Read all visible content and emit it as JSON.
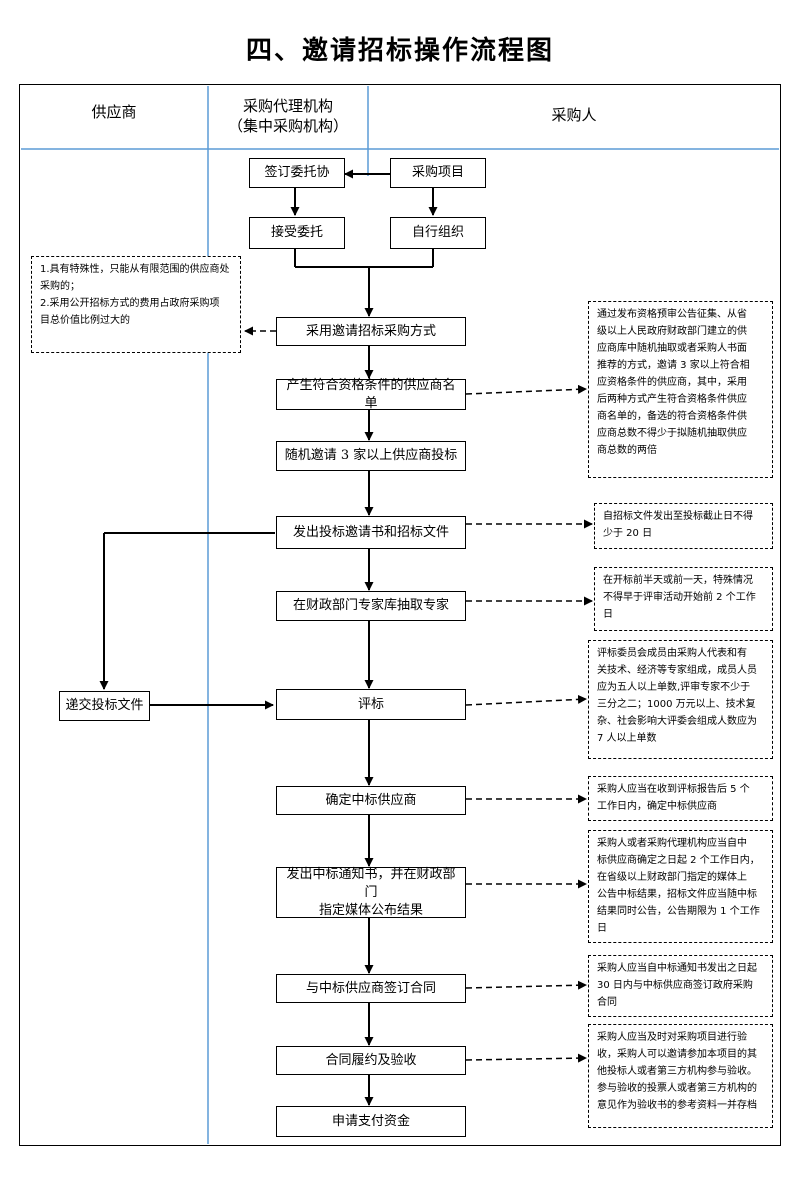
{
  "title": "四、邀请招标操作流程图",
  "lanes": {
    "supplier": "供应商",
    "agency_line1": "采购代理机构",
    "agency_line2": "（集中采购机构）",
    "purchaser": "采购人"
  },
  "boxes": {
    "sign_entrust": "签订委托协",
    "purchase_project": "采购项目",
    "accept_entrust": "接受委托",
    "self_organize": "自行组织",
    "adopt_method": "采用邀请招标采购方式",
    "generate_list": "产生符合资格条件的供应商名单",
    "random_invite": "随机邀请 3 家以上供应商投标",
    "issue_invitation": "发出投标邀请书和招标文件",
    "extract_experts": "在财政部门专家库抽取专家",
    "submit_bid": "递交投标文件",
    "evaluate": "评标",
    "confirm_winner": "确定中标供应商",
    "notice_line1": "发出中标通知书，并在财政部门",
    "notice_line2": "指定媒体公布结果",
    "sign_contract": "与中标供应商签订合同",
    "perform_accept": "合同履约及验收",
    "apply_payment": "申请支付资金"
  },
  "notes": {
    "conditions": [
      "1.具有特殊性，只能从有限范围的供应商处",
      "采购的；",
      "2.采用公开招标方式的费用占政府采购项",
      "目总价值比例过大的"
    ],
    "list_source": [
      "通过发布资格预审公告征集、从省",
      "级以上人民政府财政部门建立的供",
      "应商库中随机抽取或者采购人书面",
      "推荐的方式，邀请 3 家以上符合相",
      "应资格条件的供应商，其中，采用",
      "后两种方式产生符合资格条件供应",
      "商名单的，备选的符合资格条件供",
      "应商总数不得少于拟随机抽取供应",
      "商总数的两倍"
    ],
    "bid_period": [
      "自招标文件发出至投标截止日不得",
      "少于 20 日"
    ],
    "expert_time": [
      "在开标前半天或前一天，特殊情况",
      "不得早于评审活动开始前 2 个工作",
      "日"
    ],
    "committee": [
      "评标委员会成员由采购人代表和有",
      "关技术、经济等专家组成，成员人员",
      "应为五人以上单数,评审专家不少于",
      "三分之二；1000 万元以上、技术复",
      "杂、社会影响大评委会组成人数应为",
      "7 人以上单数"
    ],
    "confirm_days": [
      "采购人应当在收到评标报告后 5 个",
      "工作日内，确定中标供应商"
    ],
    "announce": [
      "采购人或者采购代理机构应当自中",
      "标供应商确定之日起 2 个工作日内，",
      "在省级以上财政部门指定的媒体上",
      "公告中标结果，招标文件应当随中标",
      "结果同时公告，公告期限为 1 个工作",
      "日"
    ],
    "contract_days": [
      "采购人应当自中标通知书发出之日起",
      "30 日内与中标供应商签订政府采购",
      "合同"
    ],
    "acceptance": [
      "采购人应当及时对采购项目进行验",
      "收，采购人可以邀请参加本项目的其",
      "他投标人或者第三方机构参与验收。",
      "参与验收的投票人或者第三方机构的",
      "意见作为验收书的参考资料一并存档"
    ]
  },
  "colors": {
    "lane_divider": "#5b9bd5",
    "line": "#000000"
  }
}
